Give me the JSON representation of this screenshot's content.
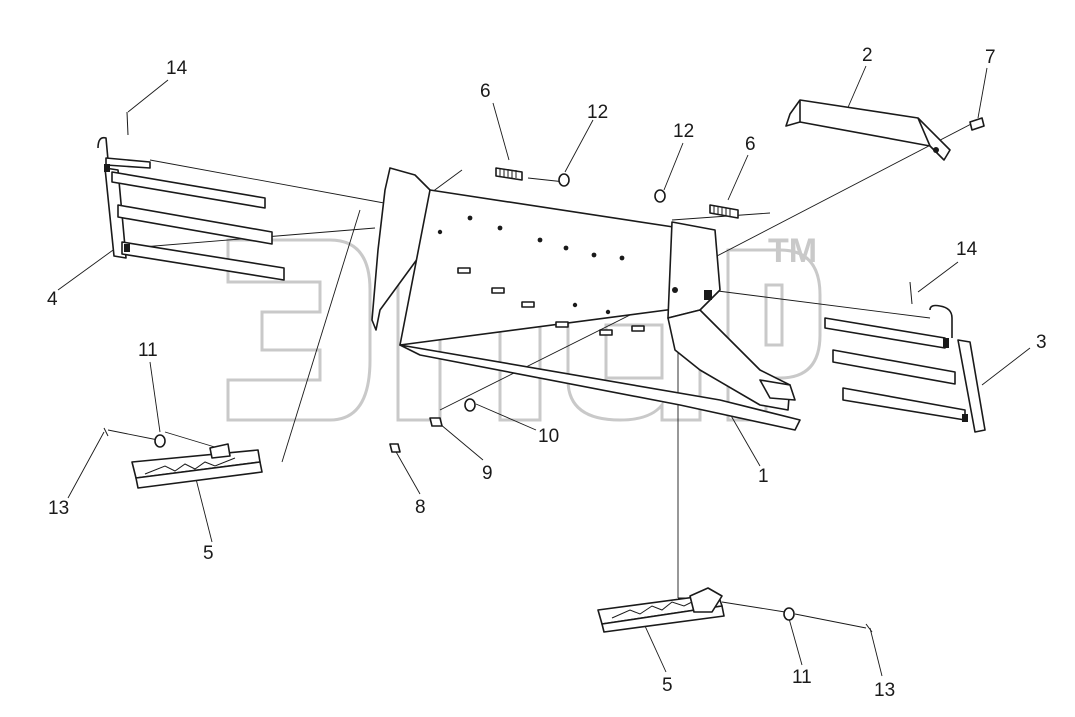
{
  "watermark": {
    "logo": "эпар",
    "trademark": "TM"
  },
  "labels": {
    "l1": "1",
    "l2": "2",
    "l3": "3",
    "l4": "4",
    "l5a": "5",
    "l5b": "5",
    "l6a": "6",
    "l6b": "6",
    "l7": "7",
    "l8": "8",
    "l9": "9",
    "l10": "10",
    "l11a": "11",
    "l11b": "11",
    "l12a": "12",
    "l12b": "12",
    "l13a": "13",
    "l13b": "13",
    "l14a": "14",
    "l14b": "14"
  }
}
